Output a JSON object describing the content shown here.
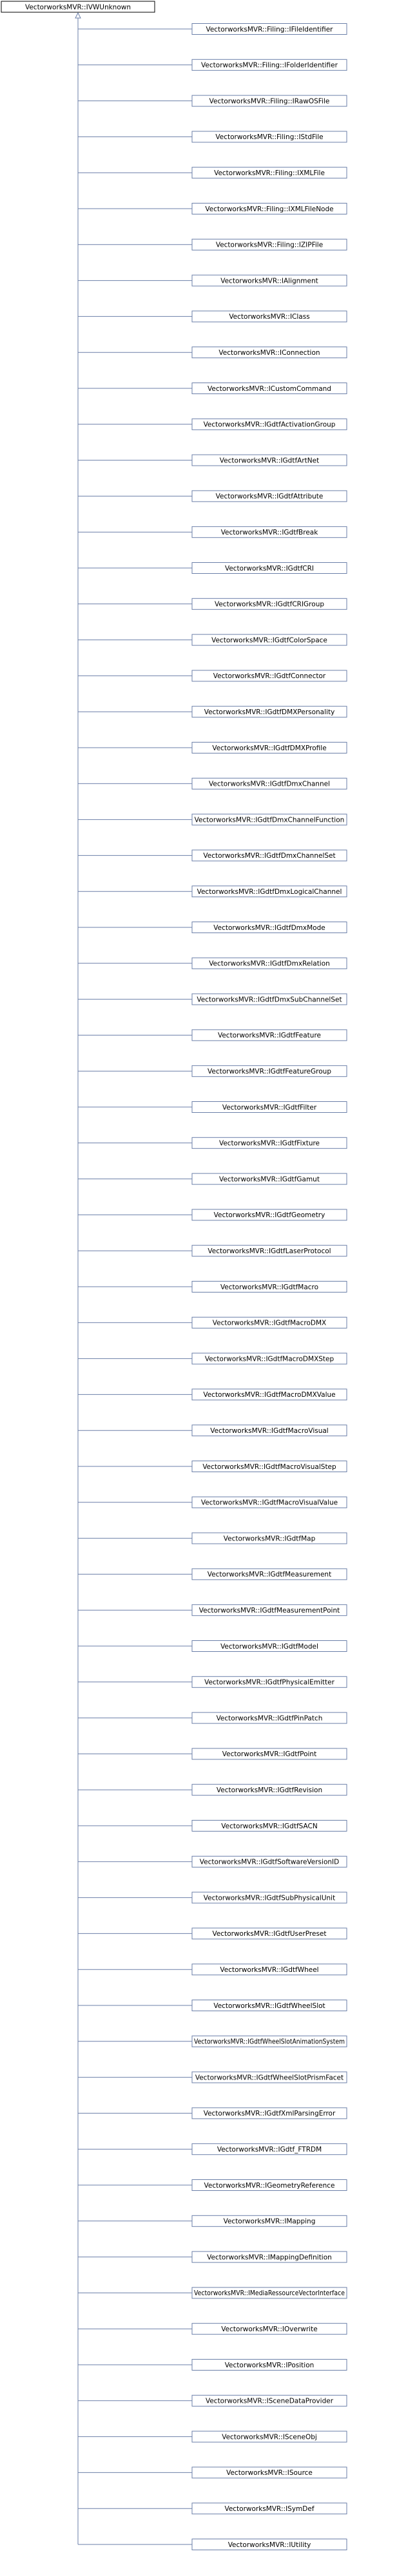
{
  "colors": {
    "edge": "#6b7fa8",
    "root_border": "#000000",
    "child_border": "#6b7fa8",
    "background": "#ffffff"
  },
  "root": {
    "label": "VectorworksMVR::IVWUnknown"
  },
  "children": [
    "VectorworksMVR::Filing::IFileIdentifier",
    "VectorworksMVR::Filing::IFolderIdentifier",
    "VectorworksMVR::Filing::IRawOSFile",
    "VectorworksMVR::Filing::IStdFile",
    "VectorworksMVR::Filing::IXMLFile",
    "VectorworksMVR::Filing::IXMLFileNode",
    "VectorworksMVR::Filing::IZIPFile",
    "VectorworksMVR::IAlignment",
    "VectorworksMVR::IClass",
    "VectorworksMVR::IConnection",
    "VectorworksMVR::ICustomCommand",
    "VectorworksMVR::IGdtfActivationGroup",
    "VectorworksMVR::IGdtfArtNet",
    "VectorworksMVR::IGdtfAttribute",
    "VectorworksMVR::IGdtfBreak",
    "VectorworksMVR::IGdtfCRI",
    "VectorworksMVR::IGdtfCRIGroup",
    "VectorworksMVR::IGdtfColorSpace",
    "VectorworksMVR::IGdtfConnector",
    "VectorworksMVR::IGdtfDMXPersonality",
    "VectorworksMVR::IGdtfDMXProfile",
    "VectorworksMVR::IGdtfDmxChannel",
    "VectorworksMVR::IGdtfDmxChannelFunction",
    "VectorworksMVR::IGdtfDmxChannelSet",
    "VectorworksMVR::IGdtfDmxLogicalChannel",
    "VectorworksMVR::IGdtfDmxMode",
    "VectorworksMVR::IGdtfDmxRelation",
    "VectorworksMVR::IGdtfDmxSubChannelSet",
    "VectorworksMVR::IGdtfFeature",
    "VectorworksMVR::IGdtfFeatureGroup",
    "VectorworksMVR::IGdtfFilter",
    "VectorworksMVR::IGdtfFixture",
    "VectorworksMVR::IGdtfGamut",
    "VectorworksMVR::IGdtfGeometry",
    "VectorworksMVR::IGdtfLaserProtocol",
    "VectorworksMVR::IGdtfMacro",
    "VectorworksMVR::IGdtfMacroDMX",
    "VectorworksMVR::IGdtfMacroDMXStep",
    "VectorworksMVR::IGdtfMacroDMXValue",
    "VectorworksMVR::IGdtfMacroVisual",
    "VectorworksMVR::IGdtfMacroVisualStep",
    "VectorworksMVR::IGdtfMacroVisualValue",
    "VectorworksMVR::IGdtfMap",
    "VectorworksMVR::IGdtfMeasurement",
    "VectorworksMVR::IGdtfMeasurementPoint",
    "VectorworksMVR::IGdtfModel",
    "VectorworksMVR::IGdtfPhysicalEmitter",
    "VectorworksMVR::IGdtfPinPatch",
    "VectorworksMVR::IGdtfPoint",
    "VectorworksMVR::IGdtfRevision",
    "VectorworksMVR::IGdtfSACN",
    "VectorworksMVR::IGdtfSoftwareVersionID",
    "VectorworksMVR::IGdtfSubPhysicalUnit",
    "VectorworksMVR::IGdtfUserPreset",
    "VectorworksMVR::IGdtfWheel",
    "VectorworksMVR::IGdtfWheelSlot",
    "VectorworksMVR::IGdtfWheelSlotAnimationSystem",
    "VectorworksMVR::IGdtfWheelSlotPrismFacet",
    "VectorworksMVR::IGdtfXmlParsingError",
    "VectorworksMVR::IGdtf_FTRDM",
    "VectorworksMVR::IGeometryReference",
    "VectorworksMVR::IMapping",
    "VectorworksMVR::IMappingDefinition",
    "VectorworksMVR::IMediaRessourceVectorInterface",
    "VectorworksMVR::IOverwrite",
    "VectorworksMVR::IPosition",
    "VectorworksMVR::ISceneDataProvider",
    "VectorworksMVR::ISceneObj",
    "VectorworksMVR::ISource",
    "VectorworksMVR::ISymDef",
    "VectorworksMVR::IUtility"
  ]
}
